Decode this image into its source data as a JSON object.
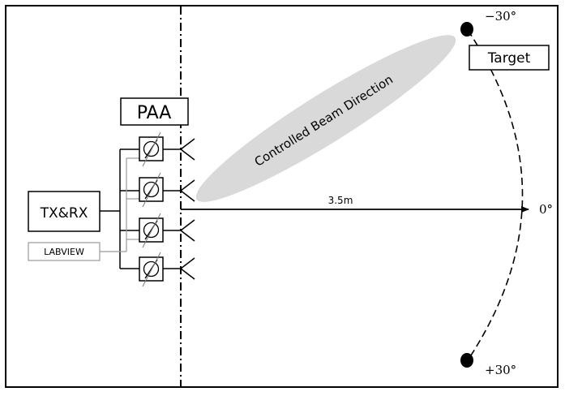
{
  "diagram": {
    "paa_label": "PAA",
    "txrx_label": "TX&RX",
    "labview_label": "LABVIEW",
    "beam_label": "Controlled Beam Direction",
    "distance_label": "3.5m",
    "target_label": "Target",
    "angles": {
      "top": "−30°",
      "center": "0°",
      "bottom": "+30°"
    },
    "phase_shifter_count": 4,
    "phase_shifter_symbol": "∅"
  }
}
